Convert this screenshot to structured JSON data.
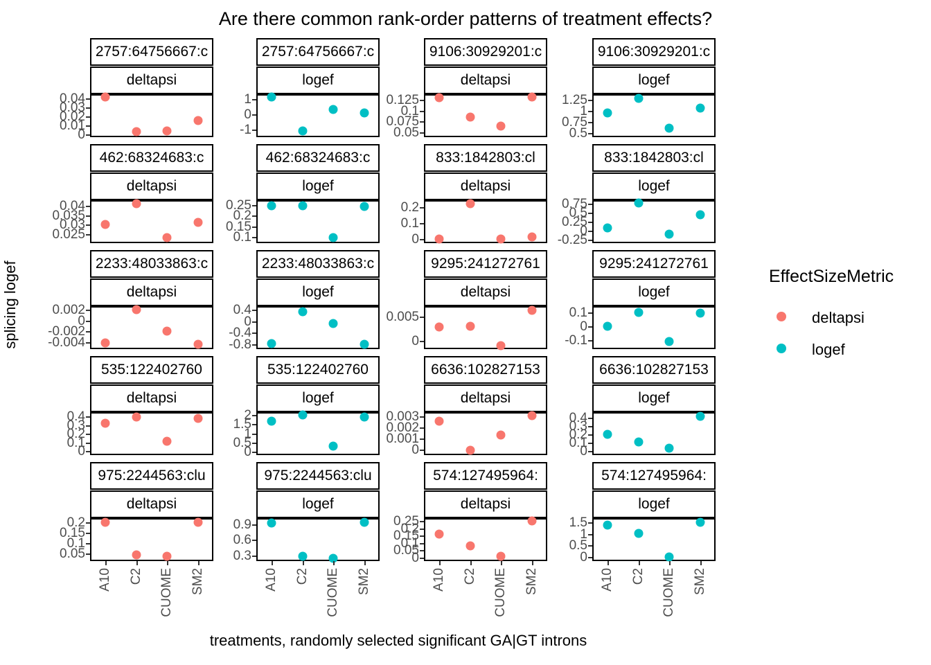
{
  "title": "Are there common rank-order patterns of treatment effects?",
  "axis": {
    "y_title": "splicing logef",
    "x_title": "treatments, randomly selected significant GA|GT introns",
    "x_categories": [
      "A10",
      "C2",
      "CUOME",
      "SM2"
    ]
  },
  "legend": {
    "title": "EffectSizeMetric",
    "items": [
      {
        "label": "deltapsi",
        "color": "#F8766D"
      },
      {
        "label": "logef",
        "color": "#00BFC4"
      }
    ]
  },
  "colors": {
    "deltapsi": "#F8766D",
    "logef": "#00BFC4"
  },
  "chart_data": {
    "type": "scatter",
    "title": "Are there common rank-order patterns of treatment effects?",
    "xlabel": "treatments, randomly selected significant GA|GT introns",
    "ylabel": "splicing logef",
    "grid": false,
    "legend_position": "right",
    "legend_title": "EffectSizeMetric",
    "x": [
      "A10",
      "C2",
      "CUOME",
      "SM2"
    ],
    "facet_cols": [
      "deltapsi",
      "logef",
      "deltapsi",
      "logef"
    ],
    "panels": [
      {
        "row": 1,
        "col": 1,
        "strip_outer": "2757:64756667:c",
        "strip_inner": "deltapsi",
        "metric": "deltapsi",
        "yticks": [
          0.04,
          0.03,
          0.02,
          0.01,
          0.0
        ],
        "ylim": [
          -0.002,
          0.045
        ],
        "values": [
          0.042,
          0.004,
          0.005,
          0.016
        ]
      },
      {
        "row": 1,
        "col": 2,
        "strip_outer": "2757:64756667:c",
        "strip_inner": "logef",
        "metric": "logef",
        "yticks": [
          1,
          0,
          -1
        ],
        "ylim": [
          -1.45,
          1.35
        ],
        "values": [
          1.15,
          -1.05,
          0.35,
          0.15
        ]
      },
      {
        "row": 1,
        "col": 3,
        "strip_outer": "9106:30929201:c",
        "strip_inner": "deltapsi",
        "metric": "deltapsi",
        "yticks": [
          0.125,
          0.1,
          0.075,
          0.05
        ],
        "ylim": [
          0.04,
          0.14
        ],
        "values": [
          0.132,
          0.086,
          0.066,
          0.133
        ]
      },
      {
        "row": 1,
        "col": 4,
        "strip_outer": "9106:30929201:c",
        "strip_inner": "logef",
        "metric": "logef",
        "yticks": [
          1.25,
          1.0,
          0.75,
          0.5
        ],
        "ylim": [
          0.42,
          1.4
        ],
        "values": [
          0.98,
          1.31,
          0.62,
          1.09
        ]
      },
      {
        "row": 2,
        "col": 1,
        "strip_outer": "462:68324683:c",
        "strip_inner": "deltapsi",
        "metric": "deltapsi",
        "yticks": [
          0.04,
          0.035,
          0.03,
          0.025
        ],
        "ylim": [
          0.0205,
          0.0435
        ],
        "values": [
          0.0305,
          0.0415,
          0.0235,
          0.0315
        ]
      },
      {
        "row": 2,
        "col": 2,
        "strip_outer": "462:68324683:c",
        "strip_inner": "logef",
        "metric": "logef",
        "yticks": [
          0.25,
          0.2,
          0.15,
          0.1
        ],
        "ylim": [
          0.075,
          0.275
        ],
        "values": [
          0.25,
          0.25,
          0.1,
          0.245
        ]
      },
      {
        "row": 2,
        "col": 3,
        "strip_outer": "833:1842803:cl",
        "strip_inner": "deltapsi",
        "metric": "deltapsi",
        "yticks": [
          0.2,
          0.1,
          0.0
        ],
        "ylim": [
          -0.02,
          0.245
        ],
        "values": [
          0.005,
          0.225,
          0.005,
          0.02
        ]
      },
      {
        "row": 2,
        "col": 4,
        "strip_outer": "833:1842803:cl",
        "strip_inner": "logef",
        "metric": "logef",
        "yticks": [
          0.75,
          0.5,
          0.25,
          0.0,
          -0.25
        ],
        "ylim": [
          -0.33,
          0.86
        ],
        "values": [
          0.1,
          0.78,
          -0.08,
          0.46
        ]
      },
      {
        "row": 3,
        "col": 1,
        "strip_outer": "2233:48033863:c",
        "strip_inner": "deltapsi",
        "metric": "deltapsi",
        "yticks": [
          0.002,
          0.0,
          -0.002,
          -0.004
        ],
        "ylim": [
          -0.0052,
          0.0028
        ],
        "values": [
          -0.004,
          0.0022,
          -0.0018,
          -0.0043
        ]
      },
      {
        "row": 3,
        "col": 2,
        "strip_outer": "2233:48033863:c",
        "strip_inner": "logef",
        "metric": "logef",
        "yticks": [
          0.4,
          0.0,
          -0.4,
          -0.8
        ],
        "ylim": [
          -0.95,
          0.55
        ],
        "values": [
          -0.75,
          0.35,
          -0.05,
          -0.77
        ]
      },
      {
        "row": 3,
        "col": 3,
        "strip_outer": "9295:241272761",
        "strip_inner": "deltapsi",
        "metric": "deltapsi",
        "yticks": [
          0.005,
          0.0
        ],
        "ylim": [
          -0.0015,
          0.0072
        ],
        "values": [
          0.003,
          0.0032,
          -0.0008,
          0.0063
        ]
      },
      {
        "row": 3,
        "col": 4,
        "strip_outer": "9295:241272761",
        "strip_inner": "logef",
        "metric": "logef",
        "yticks": [
          0.1,
          0.0,
          -0.1
        ],
        "ylim": [
          -0.16,
          0.15
        ],
        "values": [
          0.005,
          0.105,
          -0.105,
          0.1
        ]
      },
      {
        "row": 4,
        "col": 1,
        "strip_outer": "535:122402760",
        "strip_inner": "deltapsi",
        "metric": "deltapsi",
        "yticks": [
          0.4,
          0.3,
          0.2,
          0.1,
          0.0
        ],
        "ylim": [
          -0.04,
          0.46
        ],
        "values": [
          0.33,
          0.4,
          0.12,
          0.39
        ]
      },
      {
        "row": 4,
        "col": 2,
        "strip_outer": "535:122402760",
        "strip_inner": "logef",
        "metric": "logef",
        "yticks": [
          2.0,
          1.5,
          1.0,
          0.5,
          0.0
        ],
        "ylim": [
          -0.15,
          2.2
        ],
        "values": [
          1.7,
          2.05,
          0.35,
          1.95
        ]
      },
      {
        "row": 4,
        "col": 3,
        "strip_outer": "6636:102827153",
        "strip_inner": "deltapsi",
        "metric": "deltapsi",
        "yticks": [
          0.003,
          0.002,
          0.001,
          0.0
        ],
        "ylim": [
          -0.0004,
          0.0034
        ],
        "values": [
          0.0026,
          0.0,
          0.0014,
          0.0031
        ]
      },
      {
        "row": 4,
        "col": 4,
        "strip_outer": "6636:102827153",
        "strip_inner": "logef",
        "metric": "logef",
        "yticks": [
          0.4,
          0.3,
          0.2,
          0.1,
          0.0
        ],
        "ylim": [
          -0.04,
          0.47
        ],
        "values": [
          0.21,
          0.12,
          0.04,
          0.42
        ]
      },
      {
        "row": 5,
        "col": 1,
        "strip_outer": "975:2244563:clu",
        "strip_inner": "deltapsi",
        "metric": "deltapsi",
        "yticks": [
          0.2,
          0.15,
          0.1,
          0.05
        ],
        "ylim": [
          0.015,
          0.225
        ],
        "values": [
          0.205,
          0.045,
          0.04,
          0.205
        ]
      },
      {
        "row": 5,
        "col": 2,
        "strip_outer": "975:2244563:clu",
        "strip_inner": "logef",
        "metric": "logef",
        "yticks": [
          0.9,
          0.6,
          0.3
        ],
        "ylim": [
          0.2,
          1.03
        ],
        "values": [
          0.93,
          0.3,
          0.25,
          0.95
        ]
      },
      {
        "row": 5,
        "col": 3,
        "strip_outer": "574:127495964:",
        "strip_inner": "deltapsi",
        "metric": "deltapsi",
        "yticks": [
          0.25,
          0.2,
          0.15,
          0.1,
          0.05,
          0.0
        ],
        "ylim": [
          -0.02,
          0.275
        ],
        "values": [
          0.165,
          0.085,
          0.015,
          0.255
        ]
      },
      {
        "row": 5,
        "col": 4,
        "strip_outer": "574:127495964:",
        "strip_inner": "logef",
        "metric": "logef",
        "yticks": [
          1.5,
          1.0,
          0.5,
          0.0
        ],
        "ylim": [
          -0.16,
          1.72
        ],
        "values": [
          1.42,
          1.05,
          0.02,
          1.55
        ]
      }
    ]
  }
}
